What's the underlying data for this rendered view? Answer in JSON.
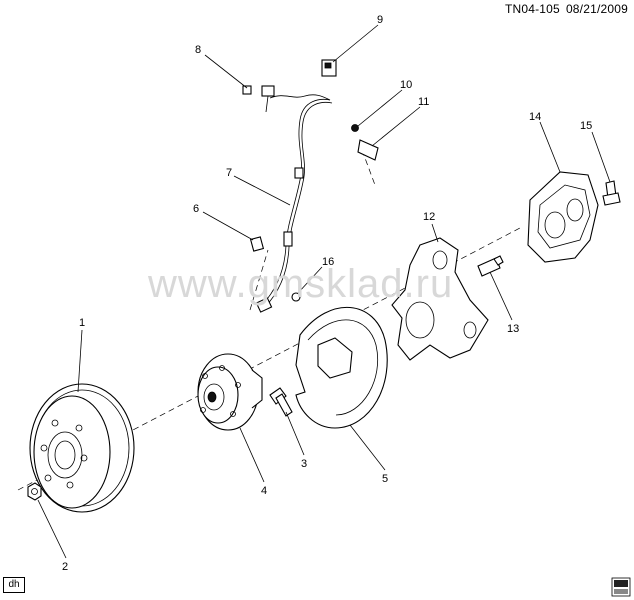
{
  "header": {
    "code": "TN04-105",
    "date": "08/21/2009"
  },
  "watermark": "www.gmsklad.ru",
  "corner_tag": "dh",
  "callouts": [
    "1",
    "2",
    "3",
    "4",
    "5",
    "6",
    "7",
    "8",
    "9",
    "10",
    "11",
    "12",
    "13",
    "14",
    "15",
    "16"
  ]
}
